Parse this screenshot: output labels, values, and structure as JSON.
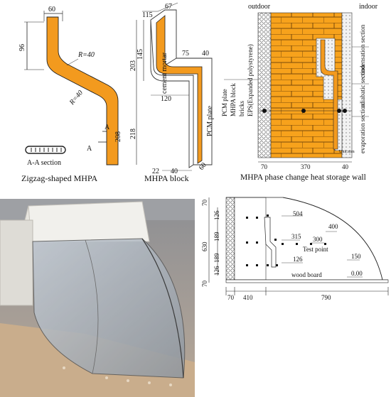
{
  "captions": {
    "zigzag": "Zigzag-shaped MHPA",
    "block": "MHPA block",
    "wall": "MHPA phase change heat storage wall"
  },
  "zigzag": {
    "dims": [
      "60",
      "96",
      "R=40",
      "R=40",
      "208"
    ],
    "section_markers": [
      "A",
      "A"
    ],
    "section_label": "A-A section"
  },
  "block": {
    "dims": [
      "115",
      "67",
      "75",
      "40",
      "203",
      "145",
      "120",
      "218",
      "22",
      "40",
      "60"
    ],
    "labels": [
      "cement mortar",
      "PCM plate"
    ]
  },
  "wall": {
    "outdoor": "outdoor",
    "indoor": "indoor",
    "layers": [
      "PCM plate",
      "MHPA block",
      "bricks",
      "EPS(Expanded polystyrene)"
    ],
    "sections": [
      "condensation section",
      "adiabatic section",
      "evaporation section"
    ],
    "dims": [
      "70",
      "370",
      "40"
    ],
    "unit": "Unit:mm"
  },
  "model": {
    "left_dims": [
      "70",
      "630",
      "70"
    ],
    "inner_dims": [
      "126",
      "189",
      "189",
      "126"
    ],
    "bottom_dims": [
      "70",
      "410",
      "790"
    ],
    "points": [
      "504",
      "400",
      "315",
      "300",
      "126",
      "150",
      "0.00"
    ],
    "test_point": "Test point",
    "wood_board": "wood board"
  },
  "colors": {
    "orange": "#F39A1E",
    "brick": "#F7A21C"
  }
}
